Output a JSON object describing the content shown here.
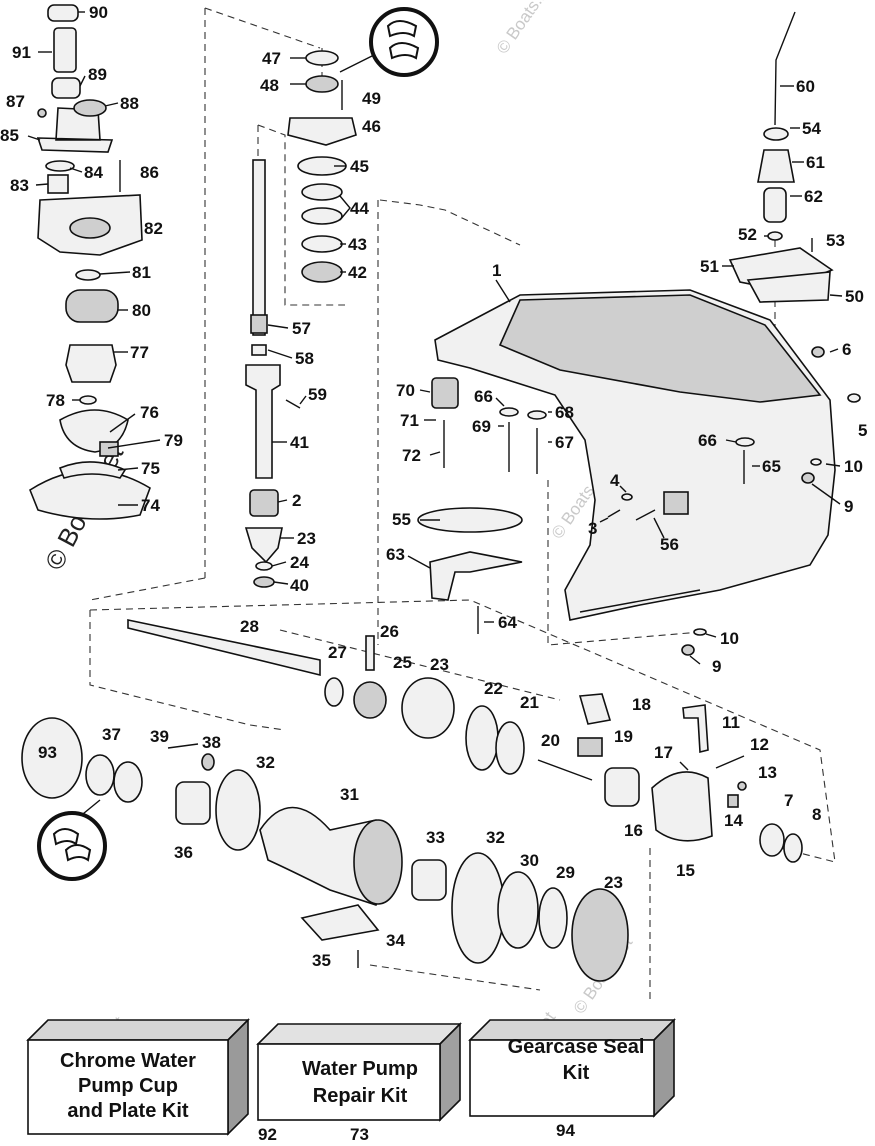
{
  "watermarks": {
    "text": "© Boats.net",
    "main_text": "© Boats.net"
  },
  "callouts": {
    "c1": "1",
    "c2": "2",
    "c3": "3",
    "c4": "4",
    "c5": "5",
    "c6": "6",
    "c7": "7",
    "c8": "8",
    "c9a": "9",
    "c9b": "9",
    "c10a": "10",
    "c10b": "10",
    "c11": "11",
    "c12": "12",
    "c13": "13",
    "c14": "14",
    "c15": "15",
    "c16": "16",
    "c17": "17",
    "c18": "18",
    "c19": "19",
    "c20": "20",
    "c21": "21",
    "c22": "22",
    "c23a": "23",
    "c23b": "23",
    "c23c": "23",
    "c24": "24",
    "c25": "25",
    "c26": "26",
    "c27": "27",
    "c28": "28",
    "c29": "29",
    "c30": "30",
    "c31": "31",
    "c32a": "32",
    "c32b": "32",
    "c33": "33",
    "c34": "34",
    "c35": "35",
    "c36": "36",
    "c37": "37",
    "c38": "38",
    "c39": "39",
    "c40": "40",
    "c41": "41",
    "c42": "42",
    "c43": "43",
    "c44": "44",
    "c45": "45",
    "c46": "46",
    "c47": "47",
    "c48": "48",
    "c49": "49",
    "c50": "50",
    "c51": "51",
    "c52": "52",
    "c53": "53",
    "c54": "54",
    "c55": "55",
    "c56": "56",
    "c57": "57",
    "c58": "58",
    "c59": "59",
    "c60": "60",
    "c61": "61",
    "c62": "62",
    "c63": "63",
    "c64": "64",
    "c65": "65",
    "c66a": "66",
    "c66b": "66",
    "c67": "67",
    "c68": "68",
    "c69": "69",
    "c70": "70",
    "c71": "71",
    "c72": "72",
    "c74": "74",
    "c75": "75",
    "c76": "76",
    "c77": "77",
    "c78": "78",
    "c79": "79",
    "c80": "80",
    "c81": "81",
    "c82": "82",
    "c83": "83",
    "c84": "84",
    "c85": "85",
    "c86": "86",
    "c87": "87",
    "c88": "88",
    "c89": "89",
    "c90": "90",
    "c91": "91",
    "c93": "93"
  },
  "kits": {
    "chrome": {
      "line1": "Chrome Water",
      "line2": "Pump Cup",
      "line3": "and Plate Kit",
      "number": "92"
    },
    "water": {
      "line1": "Water Pump",
      "line2": "Repair Kit",
      "number": "73"
    },
    "seal": {
      "line1": "Gearcase Seal",
      "line2": "Kit",
      "number": "94"
    }
  },
  "icons": [
    "sealant-callout-icon",
    "sealant-callout-icon"
  ]
}
